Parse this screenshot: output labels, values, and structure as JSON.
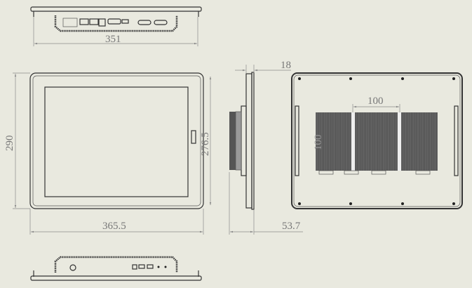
{
  "title": "Panel PC dimension drawing",
  "dimensions": {
    "top_width": "351",
    "thickness_panel": "18",
    "height_outer": "290",
    "height_inner": "276.5",
    "width_outer": "365.5",
    "depth_total": "53.7",
    "vesa_horizontal": "100",
    "vesa_vertical": "100"
  },
  "colors": {
    "background": "#e9e9df",
    "line": "#333333",
    "dimension": "#8a8a8a"
  }
}
